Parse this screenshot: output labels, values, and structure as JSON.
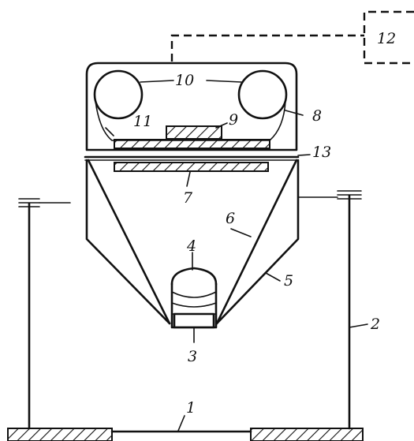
{
  "labels": {
    "l1": "1",
    "l2": "2",
    "l3": "3",
    "l4": "4",
    "l5": "5",
    "l6": "6",
    "l7": "7",
    "l8": "8",
    "l9": "9",
    "l10": "10",
    "l11": "11",
    "l12": "12",
    "l13": "13"
  },
  "colors": {
    "ink": "#111111",
    "background": "#ffffff"
  }
}
